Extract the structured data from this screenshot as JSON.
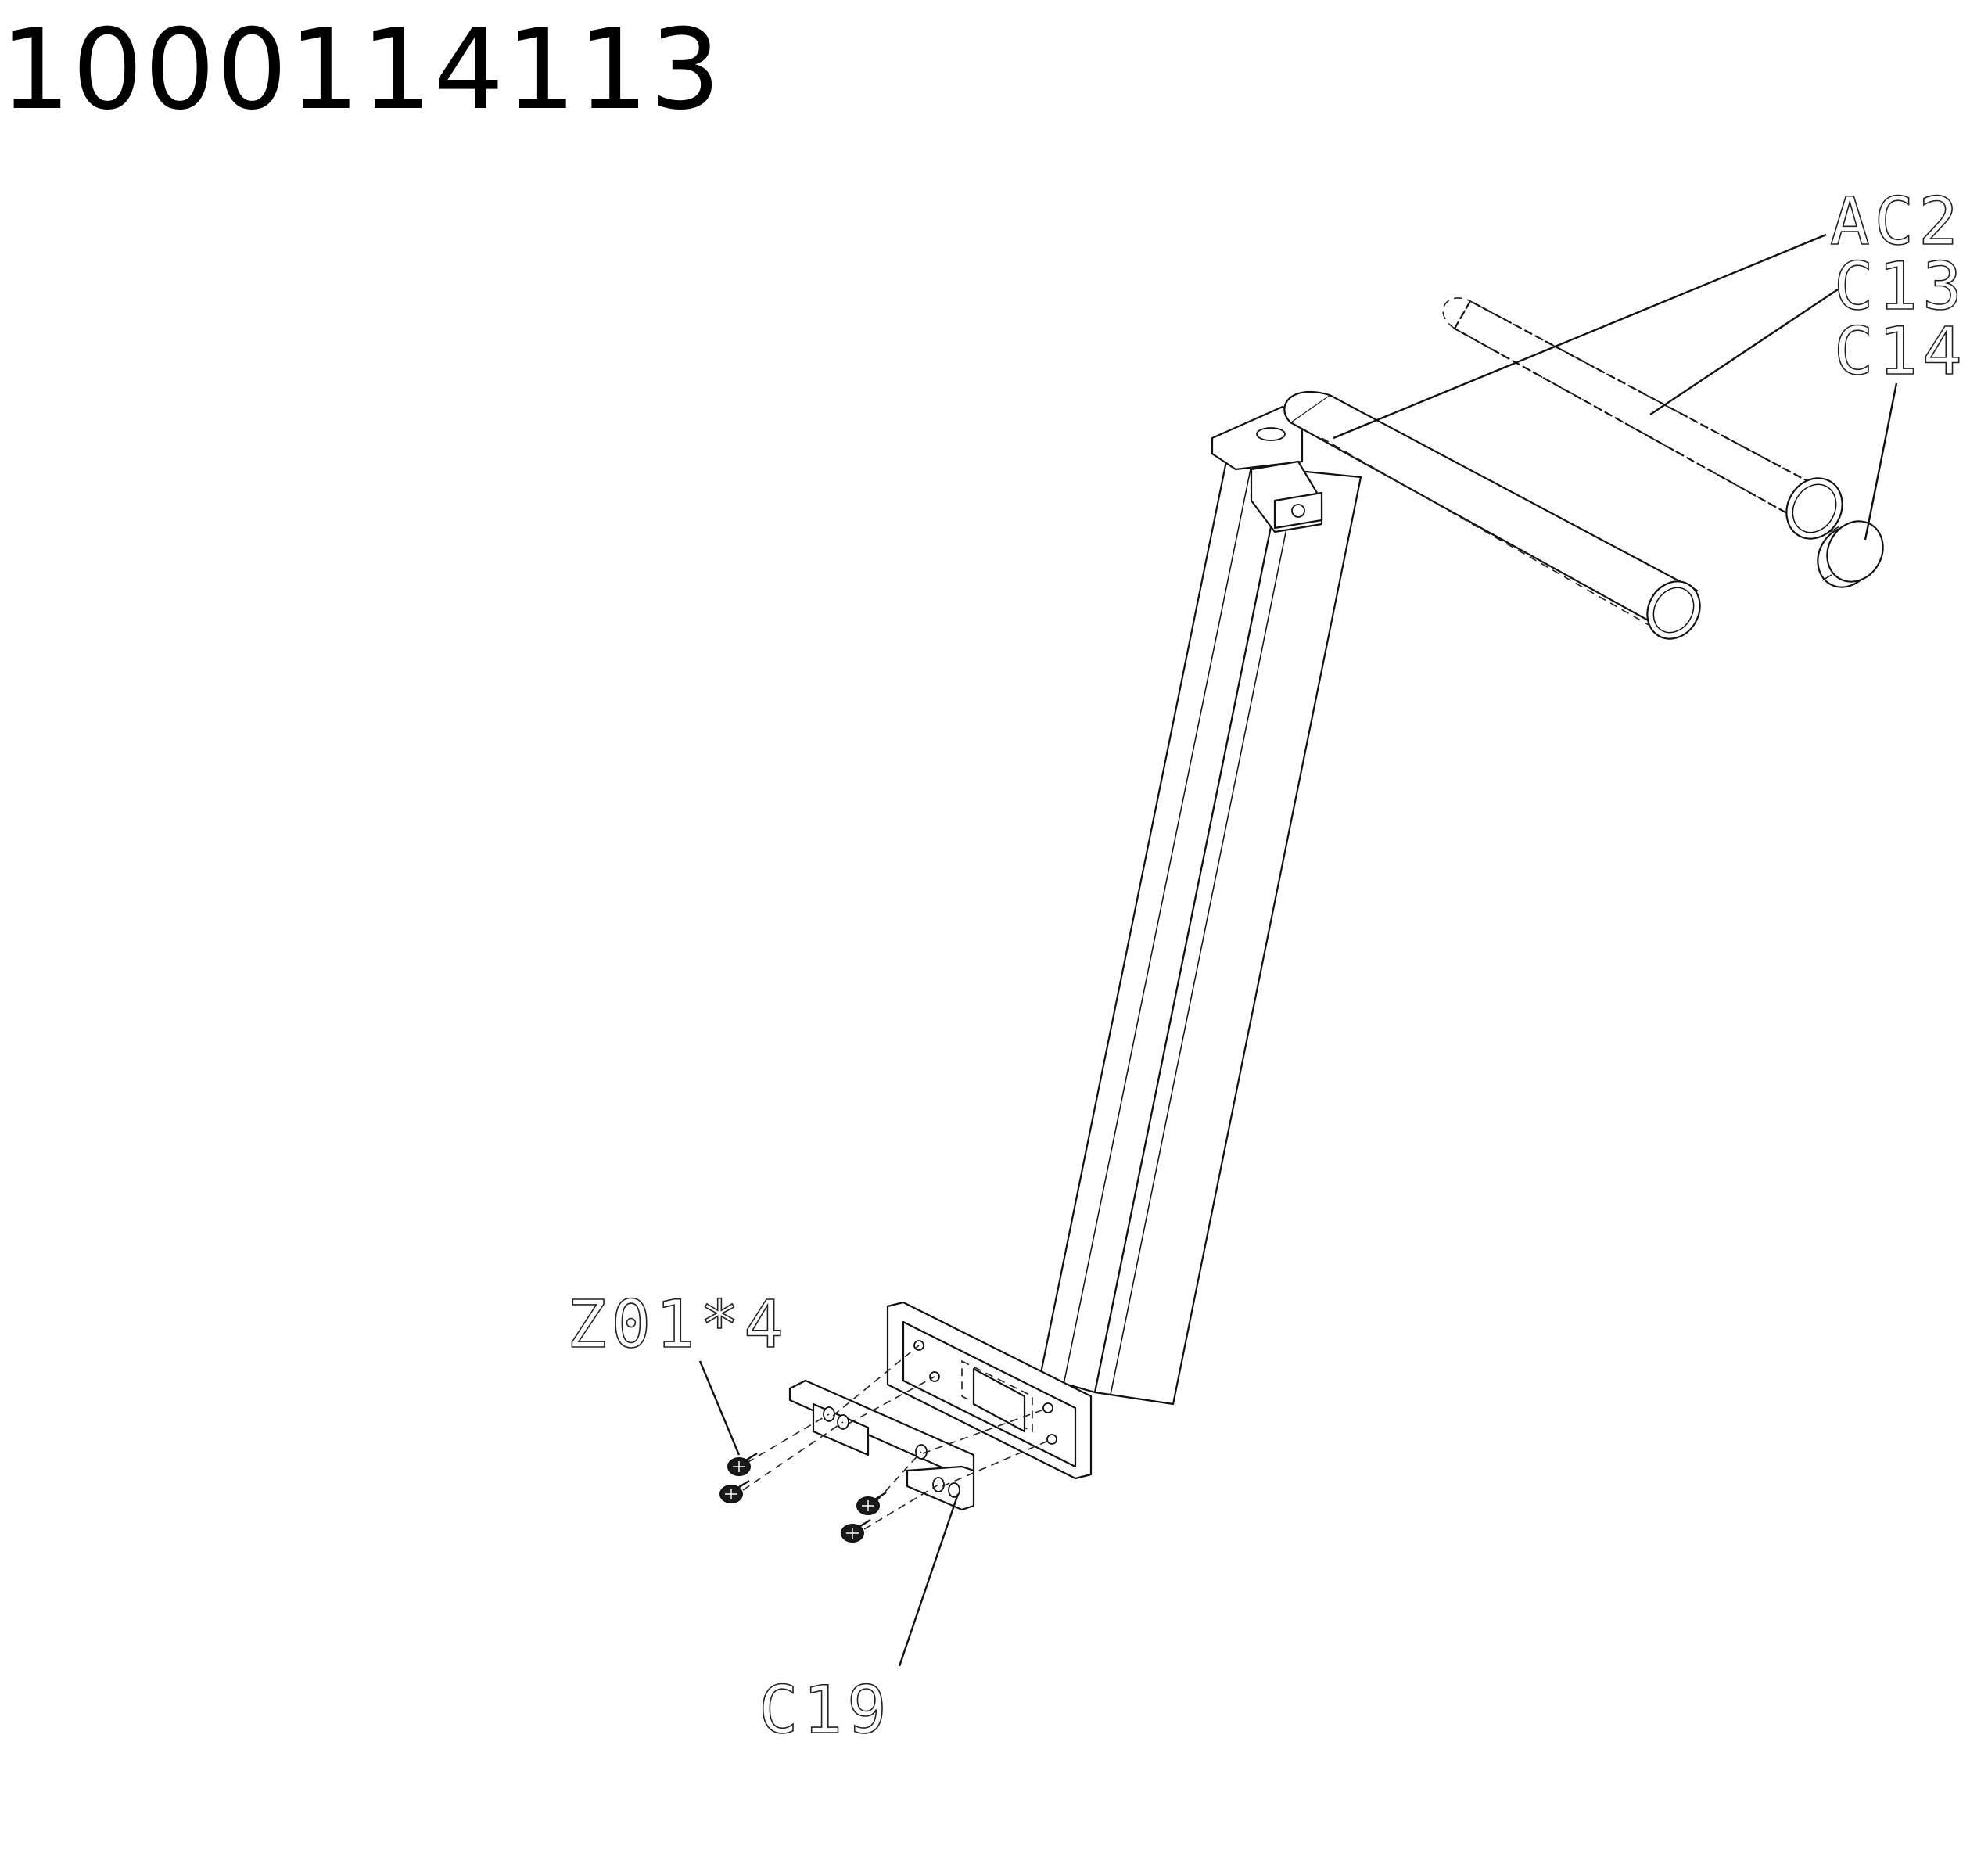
{
  "drawing_number": "1000114113",
  "callouts": {
    "ac2": "AC2",
    "c13": "C13",
    "c14": "C14",
    "z01": "Z01*4",
    "c19": "C19"
  }
}
